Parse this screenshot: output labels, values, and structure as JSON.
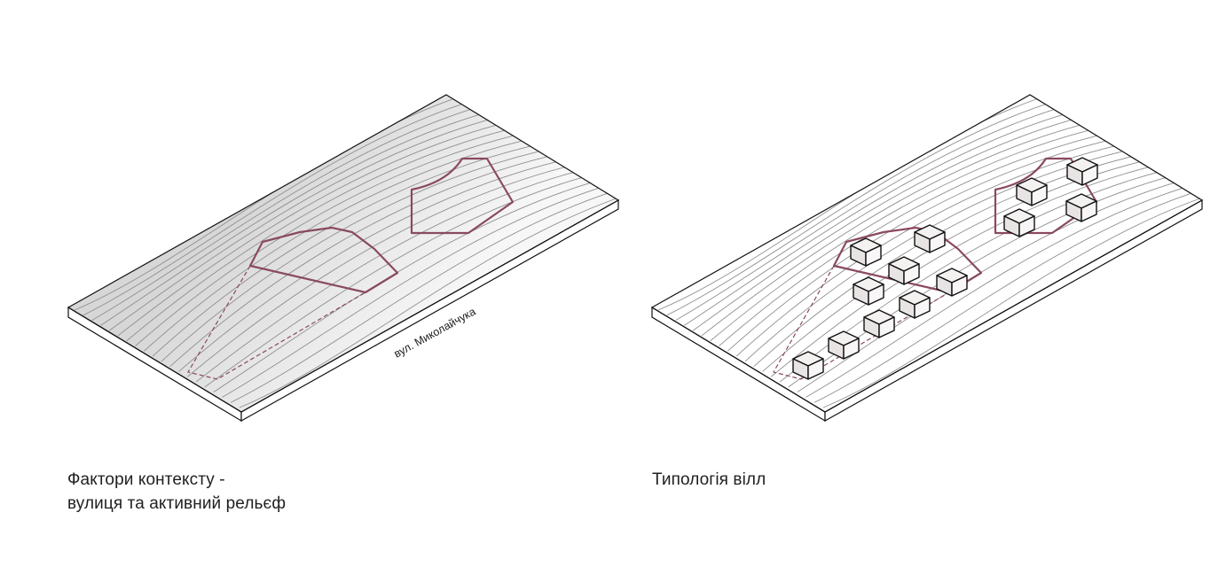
{
  "panels": [
    {
      "street_label": "вул. Миколайчука",
      "caption_lines": [
        "Фактори контексту -",
        "вулиця та активний рельєф"
      ]
    },
    {
      "caption_lines": [
        "Типологія вілл"
      ]
    }
  ],
  "colors": {
    "outline": "#111111",
    "contour": "#8f8f8f",
    "site_boundary": "#8a4a5e",
    "shade_dark": "#d9d9d9",
    "shade_light": "#f6f6f6",
    "villa_fill": "#f1eded"
  }
}
